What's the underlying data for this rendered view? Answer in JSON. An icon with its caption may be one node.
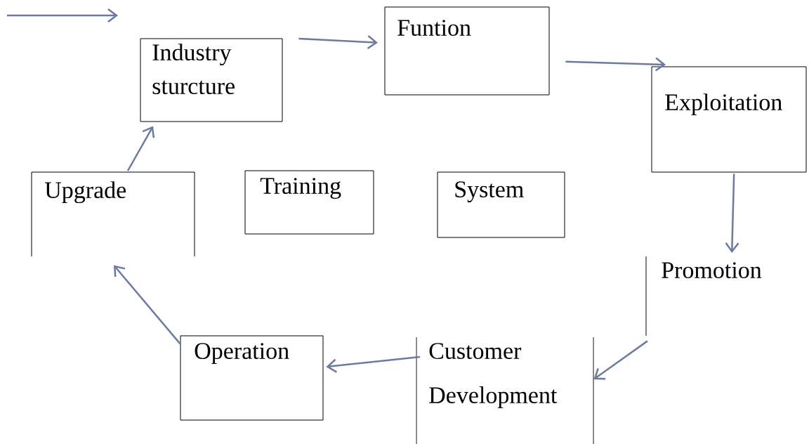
{
  "diagram": {
    "nodes": [
      {
        "text": [
          "Industry sturcture"
        ]
      },
      {
        "text": [
          "Funtion"
        ]
      },
      {
        "text": [
          "Exploitation"
        ]
      },
      {
        "text": [
          "Upgrade"
        ]
      },
      {
        "text": [
          "Training"
        ]
      },
      {
        "text": [
          "System"
        ]
      },
      {
        "text": [
          "Promotion"
        ]
      },
      {
        "text": [
          "Customer Development"
        ]
      },
      {
        "text": [
          "Operation"
        ]
      }
    ],
    "edges": [
      {
        "from": null,
        "to": 0,
        "arrow": "to"
      },
      {
        "from": 0,
        "to": 1,
        "arrow": "to"
      },
      {
        "from": 1,
        "to": 2,
        "arrow": "to"
      },
      {
        "from": 2,
        "to": 6,
        "arrow": "to"
      },
      {
        "from": 6,
        "to": 7,
        "arrow": "to"
      },
      {
        "from": 7,
        "to": 8,
        "arrow": "to"
      },
      {
        "from": 8,
        "to": 3,
        "arrow": "to"
      },
      {
        "from": 3,
        "to": 0,
        "arrow": "to"
      }
    ]
  }
}
